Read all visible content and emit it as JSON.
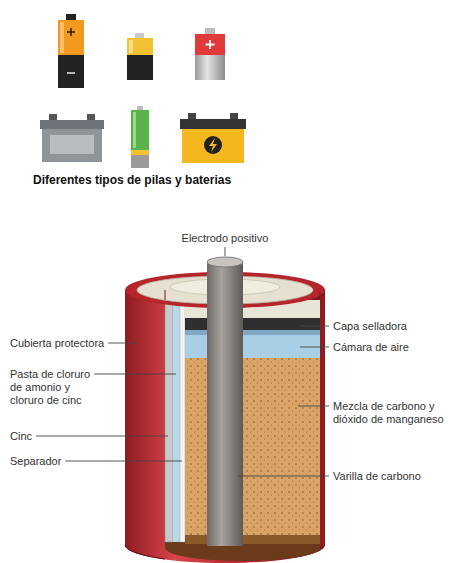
{
  "diagram": {
    "caption": "Diferentes tipos de pilas y baterias",
    "labels": [
      "Electrodo positivo",
      "Cubierta protectora",
      "Capa selladora",
      "Pasta de cloruro de amonio y cloruro de cinc",
      "Cámara de aire",
      "Mezcla de carbono y dióxido de manganeso",
      "Cinc",
      "Varilla de carbono",
      "Separador"
    ]
  }
}
